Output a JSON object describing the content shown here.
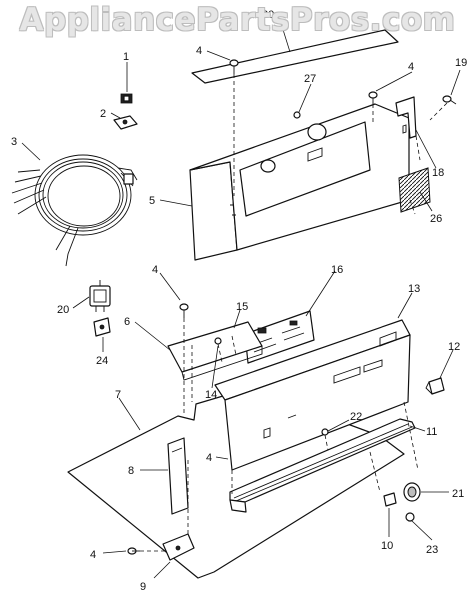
{
  "watermark": "AppliancePartsPros.com",
  "callouts": {
    "n20_top": "20",
    "n1": "1",
    "n2": "2",
    "n3": "3",
    "n4_a": "4",
    "n4_b": "4",
    "n27": "27",
    "n19": "19",
    "n18": "18",
    "n5": "5",
    "n26": "26",
    "n4_c": "4",
    "n16": "16",
    "n13": "13",
    "n20_left": "20",
    "n15": "15",
    "n6": "6",
    "n12": "12",
    "n24": "24",
    "n14": "14",
    "n7": "7",
    "n22": "22",
    "n11": "11",
    "n8": "8",
    "n4_d": "4",
    "n21": "21",
    "n4_e": "4",
    "n10": "10",
    "n23": "23",
    "n9": "9"
  }
}
